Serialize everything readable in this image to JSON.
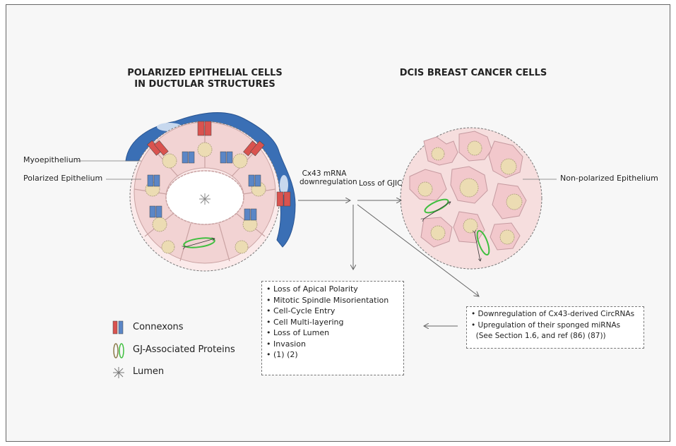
{
  "titles": {
    "left_line1": "POLARIZED EPITHELIAL CELLS",
    "left_line2": "IN DUCTULAR STRUCTURES",
    "right": "DCIS BREAST CANCER CELLS"
  },
  "labels": {
    "myoepithelium": "Myoepithelium",
    "polarized_epithelium": "Polarized Epithelium",
    "non_polarized_epithelium": "Non-polarized Epithelium",
    "cx43_line1": "Cx43 mRNA",
    "cx43_line2": "downregulation",
    "loss_gjic": "Loss of GJIC"
  },
  "effects_box": [
    "• Loss of Apical Polarity",
    "• Mitotic Spindle Misorientation",
    "• Cell-Cycle Entry",
    "• Cell Multi-layering",
    "• Loss of Lumen",
    "• Invasion",
    "• (1) (2)"
  ],
  "circrna_box": [
    "• Downregulation of Cx43-derived CircRNAs",
    "• Upregulation of their sponged miRNAs",
    "  (See Section 1.6, and ref (86) (87))"
  ],
  "legend": {
    "connexons": "Connexons",
    "gj_proteins": "GJ-Associated Proteins",
    "lumen": "Lumen"
  },
  "colors": {
    "myoepithelium": "#3a6fb5",
    "cell_fill": "#f2d3d3",
    "nucleus": "#ecdcb3",
    "connexon_red": "#d9534f",
    "connexon_blue": "#5b86c6",
    "spindle_green": "#3fbf3f"
  }
}
